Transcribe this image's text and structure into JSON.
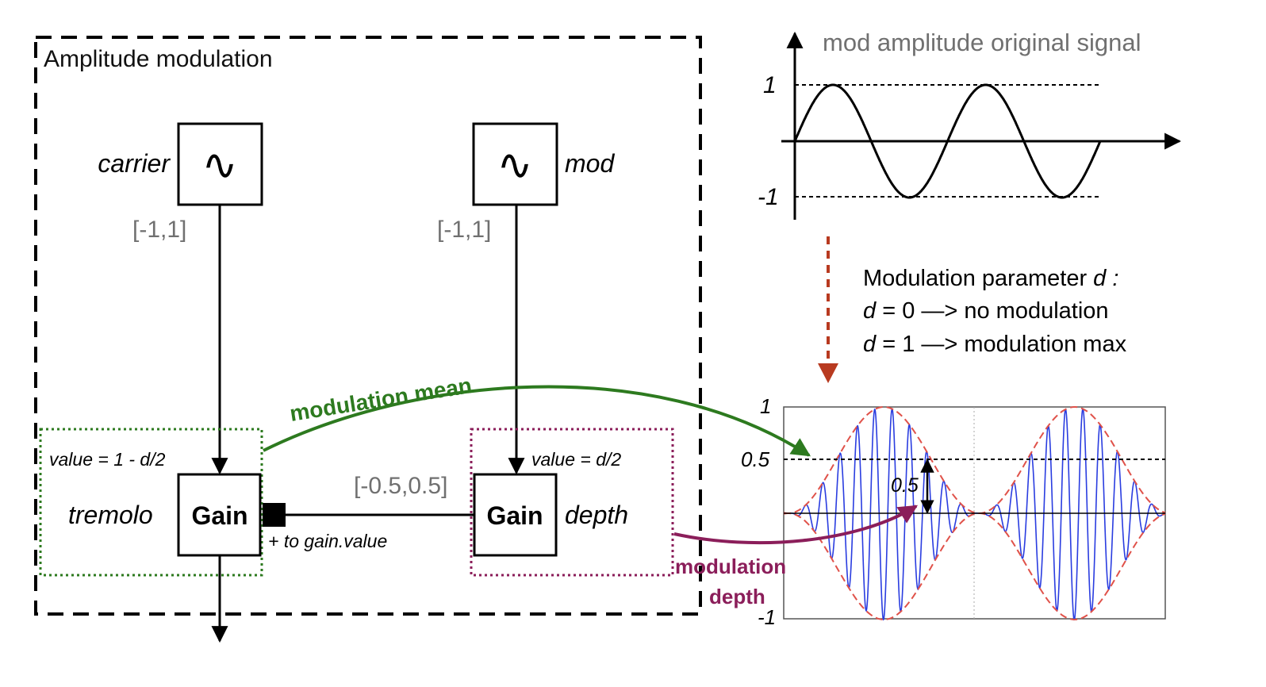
{
  "diagram": {
    "title": "Amplitude modulation",
    "carrier_label": "carrier",
    "mod_label": "mod",
    "carrier_range": "[-1,1]",
    "mod_range": "[-1,1]",
    "tremolo_value": "value = 1 - d/2",
    "depth_value": "value = d/2",
    "tremolo_label": "tremolo",
    "depth_label": "depth",
    "gain_label": "Gain",
    "depth_range": "[-0.5,0.5]",
    "connect_label": "+ to gain.value",
    "mean_arrow_label": "modulation mean",
    "depth_arrow_label_1": "modulation",
    "depth_arrow_label_2": "depth",
    "oscillator_glyph": "∿"
  },
  "mod_signal": {
    "title": "mod amplitude original signal",
    "y_top_label": "1",
    "y_bottom_label": "-1",
    "cycles": 2
  },
  "parameter_note": {
    "line1_text": "Modulation parameter ",
    "line1_var": "d :",
    "line2_var": "d",
    "line2_text": " = 0 —> no modulation",
    "line3_var": "d",
    "line3_text": " = 1 —> modulation max"
  },
  "modulated_plot": {
    "y_labels": [
      "1",
      "0.5",
      "-1"
    ],
    "depth_annotation": "0.5",
    "mean": 0.5,
    "depth": 0.5,
    "envelope_cycles": 2,
    "carrier_cycles": 22
  },
  "colors": {
    "green": "#2d7a1f",
    "purple": "#8b1e5a",
    "red_dashed": "#b83a20",
    "blue": "#2a3de0",
    "envelope": "#e0524a",
    "gray_text": "#707070"
  }
}
